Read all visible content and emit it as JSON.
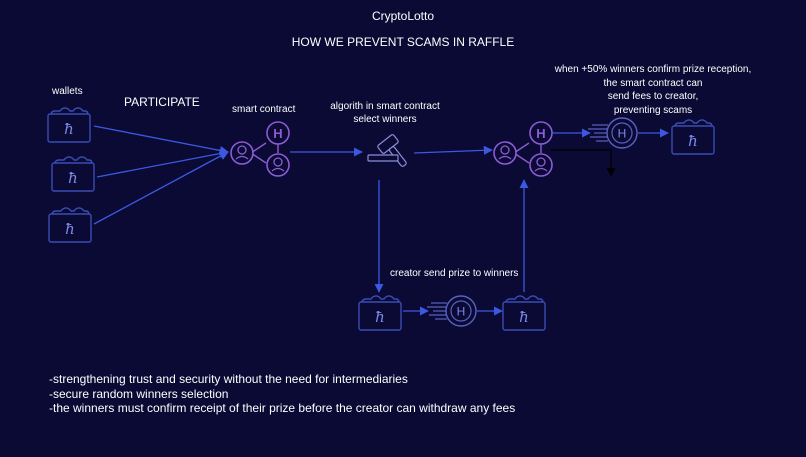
{
  "title": "CryptoLotto",
  "subtitle": "HOW WE PREVENT SCAMS IN RAFFLE",
  "labels": {
    "wallets": "wallets",
    "participate": "PARTICIPATE",
    "smart_contract": "smart contract",
    "algorithm": "algorith in smart contract\nselect winners",
    "creator_send": "creator send prize to winners",
    "confirm": "when +50% winners confirm prize reception,\nthe smart contract can\nsend fees to creator,\npreventing scams"
  },
  "icons": {
    "wallet": "wallet-icon",
    "smart_contract": "smart-contract-network-icon",
    "gavel": "gavel-icon",
    "coin": "fast-coin-icon",
    "currency_glyph": "ħ",
    "coin_glyph": "H"
  },
  "notes": [
    "-strengthening trust and security without the need for intermediaries",
    "-secure random winners selection",
    "-the winners must confirm receipt of their prize before the creator can withdraw any fees"
  ],
  "colors": {
    "background": "#0a0a35",
    "wallet_stroke": "#3a4cb4",
    "contract_stroke": "#8c5cd4",
    "arrow": "#3d58e0",
    "text": "#ffffff"
  }
}
